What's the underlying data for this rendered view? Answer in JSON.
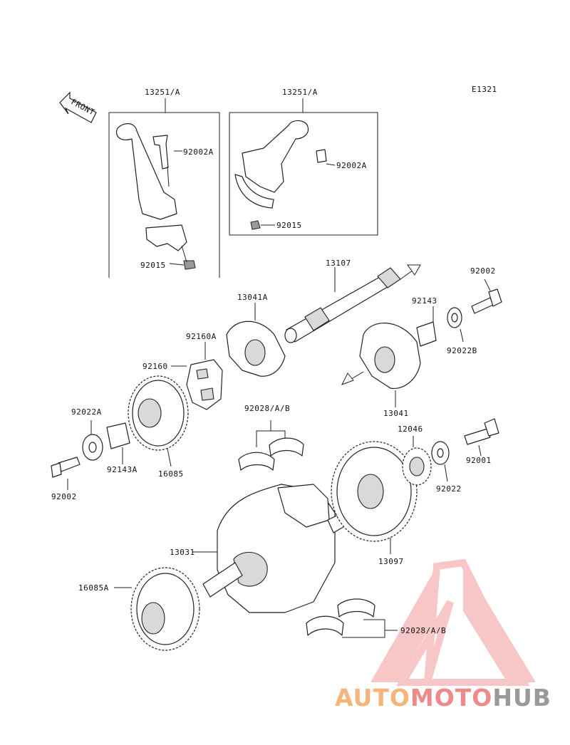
{
  "diagram": {
    "code": "E1321",
    "front_label": "FRONT",
    "labels": {
      "rod_left": "13251/A",
      "rod_right": "13251/A",
      "bolt_left": "92002A",
      "bolt_right": "92002A",
      "nut_left": "92015",
      "nut_right": "92015",
      "shaft": "13107",
      "bolt_top_right": "92002",
      "collar_right": "92143",
      "washer_right": "92022B",
      "weight_left": "13041A",
      "damper_a": "92160A",
      "damper": "92160",
      "gear_left": "16085",
      "washer_left": "92022A",
      "collar_left": "92143A",
      "bolt_left_low": "92002",
      "weight_right": "13041",
      "bearings_upper": "92028/A/B",
      "gear_small": "12046",
      "bolt_right_low": "92001",
      "washer_right_low": "92022",
      "gear_large": "13097",
      "crankshaft": "13031",
      "gear_crank": "16085A",
      "bearings_lower": "92028/A/B"
    }
  },
  "watermark": {
    "part1": "AUTO",
    "part2": "MOTO",
    "part3": "HUB"
  }
}
